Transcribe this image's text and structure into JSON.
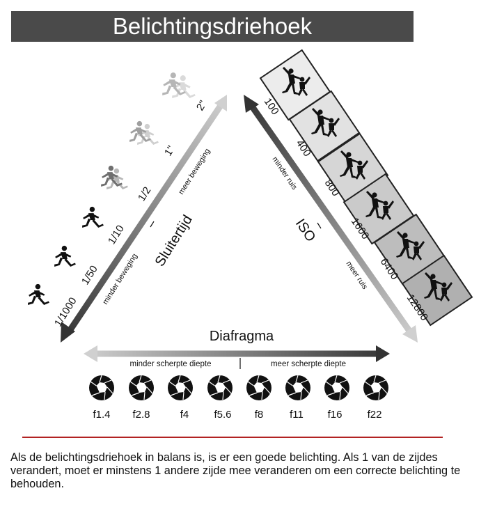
{
  "title": "Belichtingsdriehoek",
  "shutter": {
    "axis_label": "Sluitertijd",
    "low_label": "minder beweging",
    "high_label": "meer beweging",
    "speeds": [
      "1/1000",
      "1/50",
      "1/10",
      "1/2",
      "1\"",
      "2\""
    ]
  },
  "iso": {
    "axis_label": "ISO",
    "low_label": "minder ruis",
    "high_label": "meer ruis",
    "values": [
      "100",
      "400",
      "800",
      "1600",
      "6400",
      "12800"
    ]
  },
  "aperture": {
    "axis_label": "Diafragma",
    "low_label": "minder scherpte diepte",
    "high_label": "meer scherpte diepte",
    "values": [
      "f1.4",
      "f2.8",
      "f4",
      "f5.6",
      "f8",
      "f11",
      "f16",
      "f22"
    ]
  },
  "caption": "Als de belichtingsdriehoek in balans is, is er een goede belichting. Als 1 van de zijdes verandert, moet er minstens 1 andere zijde mee veranderen om een correcte belichting te behouden.",
  "colors": {
    "title_bg": "#4a4a4a",
    "divider": "#b22222",
    "arrow_dark": "#3a3a3a",
    "arrow_light": "#c8c8c8"
  }
}
